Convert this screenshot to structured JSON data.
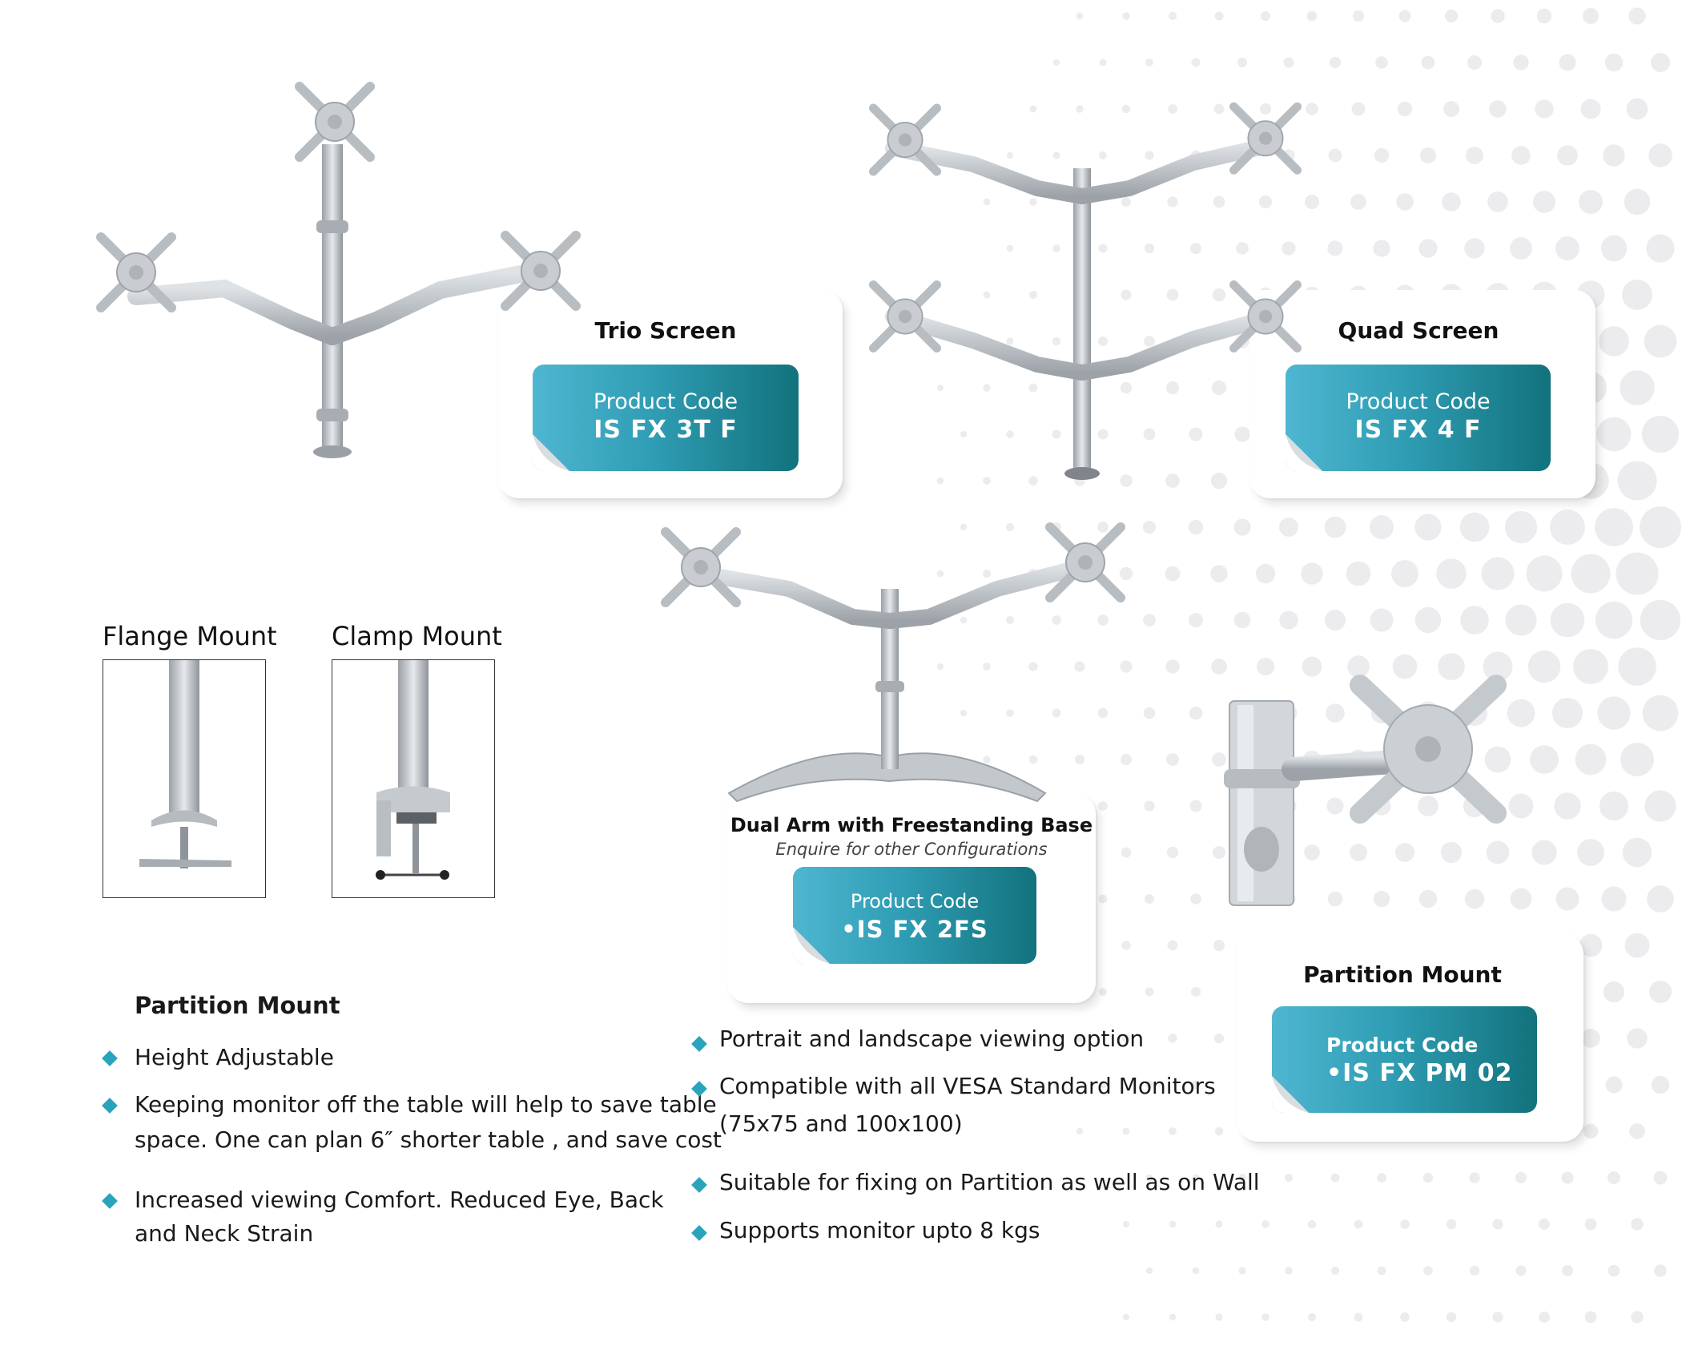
{
  "products": {
    "trio": {
      "title": "Trio Screen",
      "code_label": "Product Code",
      "code_value": "IS FX 3T F"
    },
    "quad": {
      "title": "Quad Screen",
      "code_label": "Product Code",
      "code_value": "IS FX 4 F"
    },
    "dual": {
      "title": "Dual Arm with Freestanding Base",
      "subtitle": "Enquire for other Configurations",
      "code_label": "Product Code",
      "code_value": "•IS FX 2FS"
    },
    "partition": {
      "title": "Partition Mount",
      "code_label": "Product Code",
      "code_value": "•IS FX PM 02"
    }
  },
  "mounts": {
    "flange": "Flange Mount",
    "clamp": "Clamp Mount"
  },
  "features_left": {
    "heading": "Partition Mount",
    "items": [
      "Height Adjustable",
      "Keeping monitor off the table will help to save table",
      "space. One can plan 6″ shorter table , and save cost",
      "Increased viewing Comfort. Reduced Eye, Back",
      "and Neck Strain"
    ]
  },
  "features_right": {
    "items": [
      "Portrait and landscape viewing option",
      "Compatible with all VESA Standard Monitors",
      "(75x75 and 100x100)",
      "Suitable for fixing on Partition as well as on Wall",
      "Supports monitor upto 8 kgs"
    ]
  },
  "colors": {
    "accent": "#2aa3bd",
    "code_gradient_start": "#4fb6d1",
    "code_gradient_end": "#12727c",
    "metal": "#b9bec4"
  }
}
